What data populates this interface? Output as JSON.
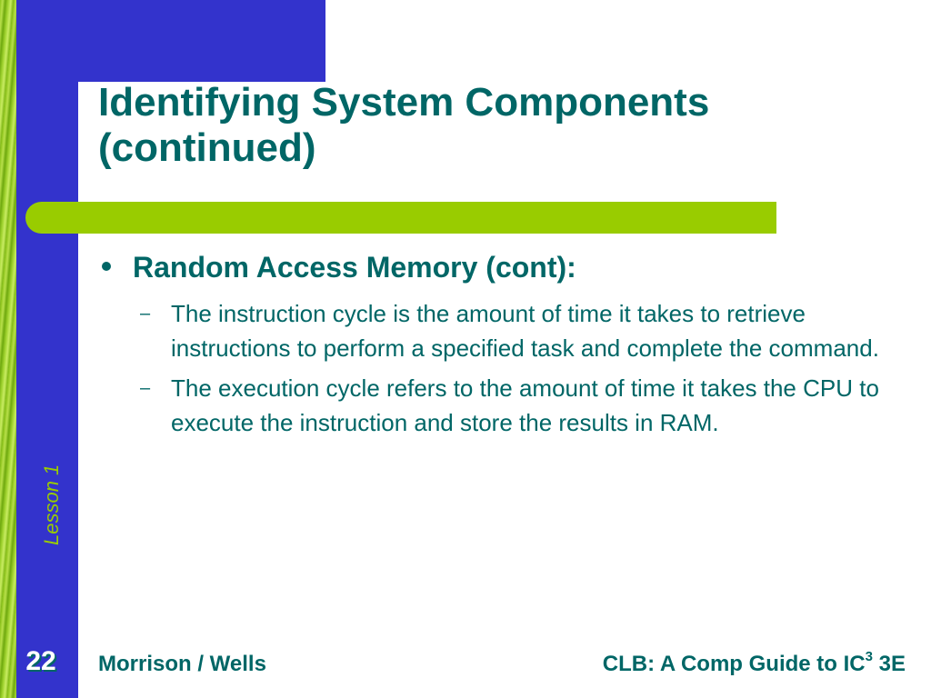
{
  "slide": {
    "title_line1": "Identifying System Components",
    "title_line2": "(continued)",
    "bullet": "Random Access Memory (cont):",
    "subs": [
      "The instruction cycle is the amount of time it takes to retrieve instructions to perform a specified task and complete the command.",
      "The execution cycle refers to the amount of time it takes the CPU to execute the instruction and store the results in RAM."
    ],
    "sub_marker": "–"
  },
  "side_label": "Lesson 1",
  "footer": {
    "page_number": "22",
    "left": "Morrison / Wells",
    "right_prefix": "CLB: A Comp Guide to IC",
    "right_sup": "3",
    "right_suffix": " 3E"
  },
  "colors": {
    "title": "#006666",
    "accent_green": "#99cc00",
    "accent_blue": "#3333cc"
  }
}
